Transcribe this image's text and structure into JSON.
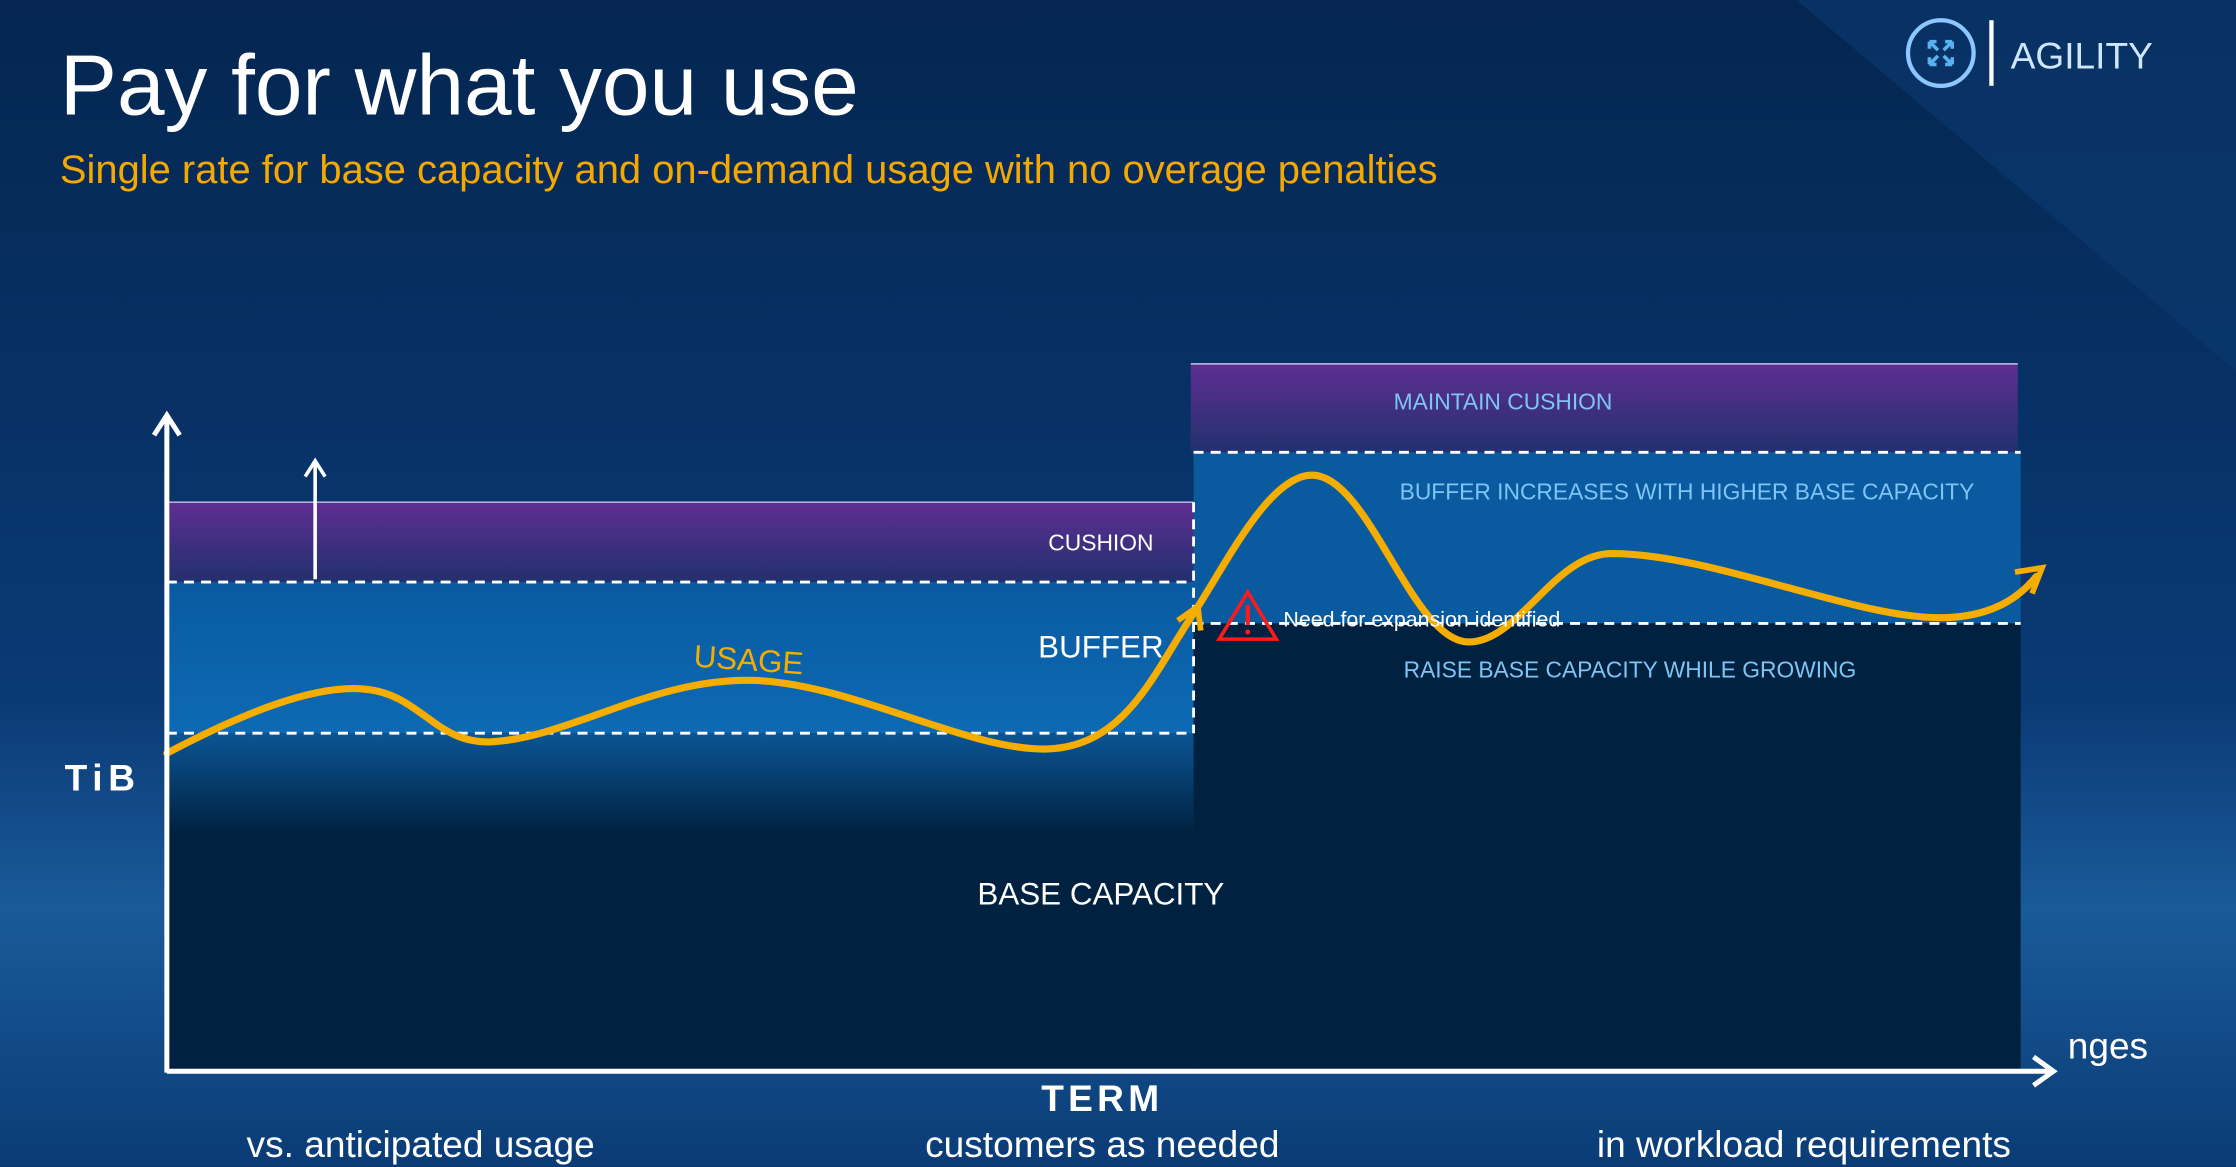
{
  "slide": {
    "title": "Pay for what you use",
    "subtitle": "Single rate for base capacity and on-demand usage with no overage penalties"
  },
  "badge": {
    "icon": "expand-arrows-icon",
    "label": "AGILITY"
  },
  "chart": {
    "y_axis_label": "TiB",
    "x_axis_label": "TERM",
    "left": {
      "cushion": "CUSHION",
      "buffer": "BUFFER",
      "usage": "USAGE",
      "base": "BASE CAPACITY"
    },
    "right": {
      "cushion": "MAINTAIN CUSHION",
      "buffer": "BUFFER INCREASES WITH HIGHER BASE CAPACITY",
      "base": "RAISE BASE CAPACITY WHILE GROWING",
      "alert": "Need for expansion identified",
      "alert_icon": "warning-triangle-icon"
    }
  },
  "footer": {
    "col1": "vs. anticipated usage",
    "col2": "customers as needed",
    "col3_top_fragment": "nges",
    "col3": "in workload requirements"
  },
  "colors": {
    "accent": "#f5a800",
    "cushion": "#5a2d8f",
    "buffer": "#0a5aa0",
    "base": "#00213f",
    "label_blue": "#7fc4f5"
  }
}
